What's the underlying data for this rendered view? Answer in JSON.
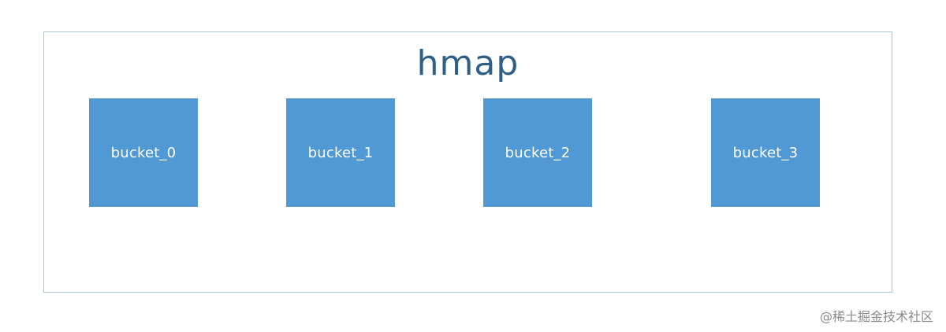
{
  "diagram": {
    "title": "hmap",
    "buckets": [
      {
        "label": "bucket_0"
      },
      {
        "label": "bucket_1"
      },
      {
        "label": "bucket_2"
      },
      {
        "label": "bucket_3"
      }
    ]
  },
  "watermark": {
    "text": "@稀土掘金技术社区"
  },
  "colors": {
    "title": "#2f5f86",
    "frame_border": "#a9c6d6",
    "bucket_fill": "#5199d5",
    "bucket_text": "#ffffff",
    "watermark": "#8a8a8a"
  }
}
